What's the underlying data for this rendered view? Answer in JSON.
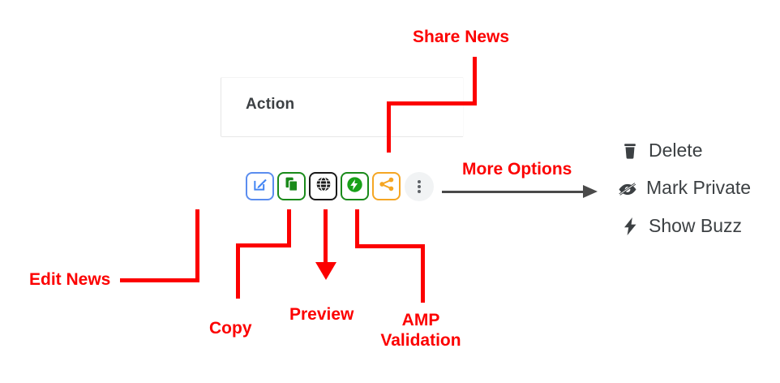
{
  "table": {
    "column_header": "Action"
  },
  "action_buttons": [
    {
      "name": "edit-news",
      "icon": "edit-pencil-square-icon",
      "color": "#4285f4",
      "tooltip": "Edit News"
    },
    {
      "name": "copy",
      "icon": "copy-duplicate-icon",
      "color": "#1a8a1a",
      "tooltip": "Copy"
    },
    {
      "name": "preview",
      "icon": "globe-web-icon",
      "color": "#1a1a1a",
      "tooltip": "Preview"
    },
    {
      "name": "amp-validation",
      "icon": "amp-circle-bolt-icon",
      "color": "#18a118",
      "tooltip": "AMP Validation"
    },
    {
      "name": "share-news",
      "icon": "share-nodes-icon",
      "color": "#f5a623",
      "tooltip": "Share News"
    }
  ],
  "more_menu": {
    "trigger_icon": "three-dots-vertical-icon",
    "items": [
      {
        "label": "Delete",
        "icon": "trash-icon"
      },
      {
        "label": "Mark Private",
        "icon": "eye-slash-icon"
      },
      {
        "label": "Show Buzz",
        "icon": "lightning-bolt-icon"
      }
    ]
  },
  "annotations": {
    "share_news": "Share News",
    "more_options": "More Options",
    "edit_news": "Edit News",
    "copy": "Copy",
    "preview": "Preview",
    "amp_validation_line1": "AMP",
    "amp_validation_line2": "Validation",
    "color": "#fc0000"
  }
}
